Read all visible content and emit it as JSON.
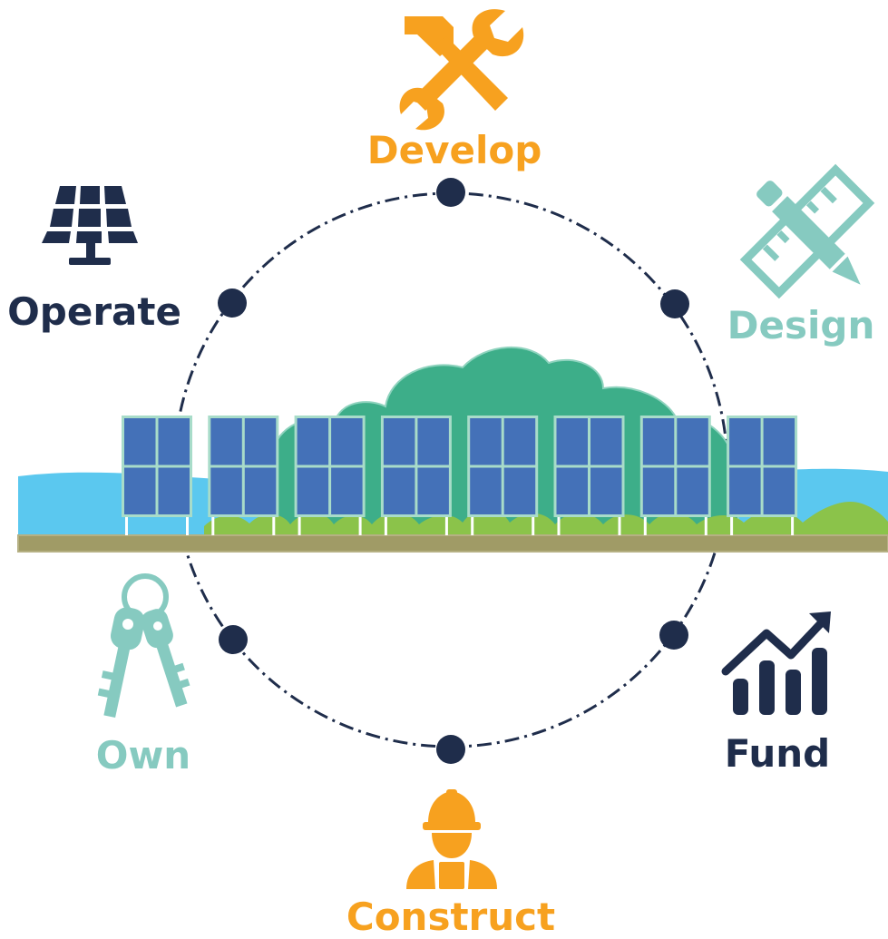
{
  "colors": {
    "orange": "#F7A11F",
    "teal": "#86CAC0",
    "navy": "#1F2D4B",
    "sky": "#5BC8EF",
    "tree": "#3DAE89",
    "tree_edge": "#8FD3BE",
    "grass": "#8BC34A",
    "ground": "#A09B66",
    "panel": "#4471B8",
    "panel_frame": "#A8DCC9"
  },
  "stages": [
    {
      "id": "develop",
      "label": "Develop",
      "icon": "hammer-wrench-icon",
      "color": "#F7A11F"
    },
    {
      "id": "design",
      "label": "Design",
      "icon": "ruler-pencil-icon",
      "color": "#86CAC0"
    },
    {
      "id": "fund",
      "label": "Fund",
      "icon": "rising-bar-chart-icon",
      "color": "#1F2D4B"
    },
    {
      "id": "construct",
      "label": "Construct",
      "icon": "construction-worker-icon",
      "color": "#F7A11F"
    },
    {
      "id": "own",
      "label": "Own",
      "icon": "keys-icon",
      "color": "#86CAC0"
    },
    {
      "id": "operate",
      "label": "Operate",
      "icon": "solar-panel-icon",
      "color": "#1F2D4B"
    }
  ]
}
